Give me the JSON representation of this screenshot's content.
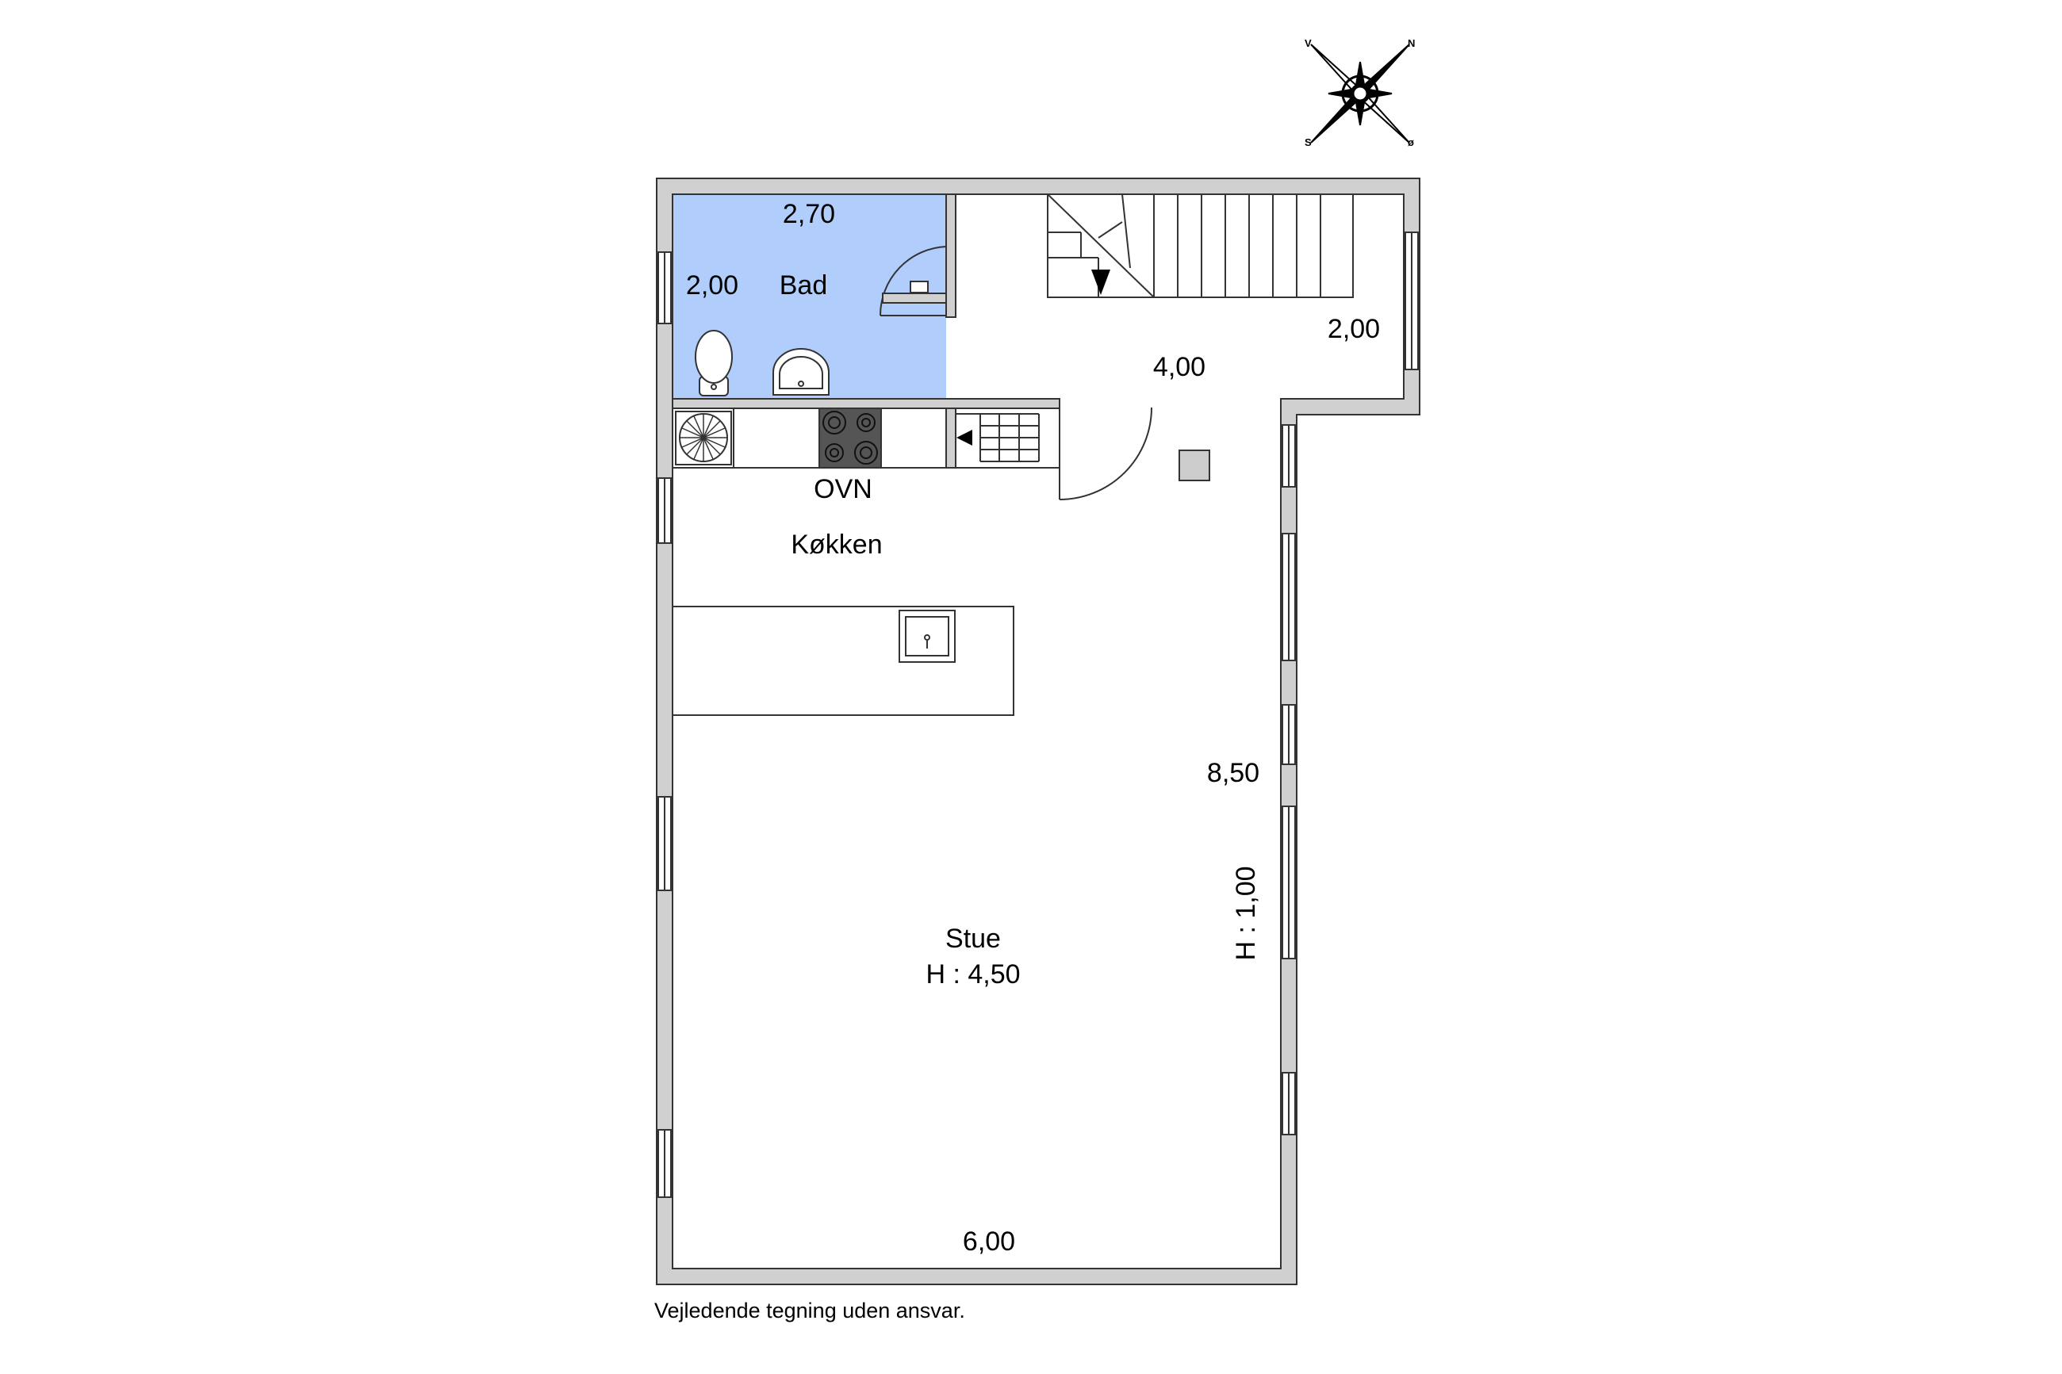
{
  "compass": {
    "north": "N",
    "west": "V",
    "south": "S",
    "east": "ø"
  },
  "rooms": {
    "bad": "Bad",
    "kokken": "Køkken",
    "ovn": "OVN",
    "stue_name": "Stue",
    "stue_height": "H : 4,50"
  },
  "dimensions": {
    "bad_width": "2,70",
    "bad_depth": "2,00",
    "hall_depth": "2,00",
    "hall_width": "4,00",
    "stue_length": "8,50",
    "stue_width": "6,00",
    "side_height": "H : 1,00"
  },
  "disclaimer": "Vejledende tegning uden ansvar.",
  "colors": {
    "wall_fill": "#d0d0d0",
    "bath_fill": "#b0cdfb",
    "line": "#333333"
  }
}
